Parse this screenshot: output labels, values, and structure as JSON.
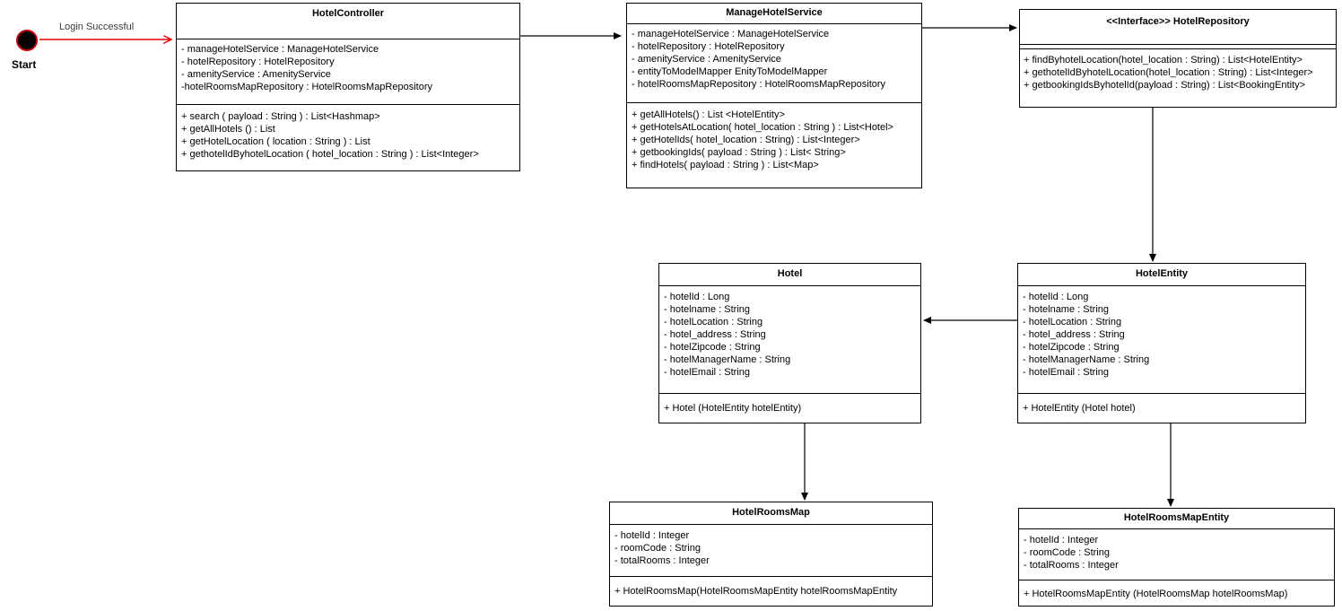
{
  "diagram_type": "uml-class-diagram",
  "colors": {
    "box_border": "#000000",
    "box_fill": "#ffffff",
    "edge_black": "#000000",
    "accent_red": "#e60000",
    "start_ring_red": "#cc0000",
    "transition_label_gray": "#3b3b3b"
  },
  "start": {
    "label": "Start",
    "transition_label": "Login Successful"
  },
  "classes": [
    {
      "title": "HotelController",
      "attributes": [
        "- manageHotelService : ManageHotelService",
        "- hotelRepository : HotelRepository",
        "- amenityService : AmenityService",
        "-hotelRoomsMapRepository : HotelRoomsMapRepository"
      ],
      "methods": [
        "+ search ( payload : String ) : List<Hashmap>",
        "+ getAllHotels () : List",
        "+ getHotelLocation ( location : String ) : List",
        "+ gethotelIdByhotelLocation ( hotel_location : String ) : List<Integer>"
      ]
    },
    {
      "title": "ManageHotelService",
      "attributes": [
        "- manageHotelService : ManageHotelService",
        "- hotelRepository : HotelRepository",
        "- amenityService : AmenityService",
        "- entityToModelMapper EnityToModelMapper",
        "- hotelRoomsMapRepository : HotelRoomsMapRepository"
      ],
      "methods": [
        "+ getAllHotels() : List <HotelEntity>",
        "+ getHotelsAtLocation( hotel_location : String ) : List<Hotel>",
        "+ getHotelIds( hotel_location : String) : List<Integer>",
        "+ getbookingIds( payload : String ) : List< String>",
        "+ findHotels( payload : String ) : List<Map>"
      ]
    },
    {
      "title": "<<Interface>> HotelRepository",
      "attributes": [],
      "methods": [
        "+ findByhotelLocation(hotel_location : String) : List<HotelEntity>",
        "+ gethotelIdByhotelLocation(hotel_location : String) : List<Integer>",
        "+ getbookingIdsByhotelId(payload : String) : List<BookingEntity>"
      ]
    },
    {
      "title": "Hotel",
      "attributes": [
        "- hotelId : Long",
        "- hotelname : String",
        "- hotelLocation : String",
        "- hotel_address : String",
        "- hotelZipcode : String",
        "- hotelManagerName : String",
        "- hotelEmail : String"
      ],
      "methods": [
        "+ Hotel (HotelEntity hotelEntity)"
      ]
    },
    {
      "title": "HotelEntity",
      "attributes": [
        "- hotelId : Long",
        "- hotelname : String",
        "- hotelLocation : String",
        "- hotel_address : String",
        "- hotelZipcode : String",
        "- hotelManagerName : String",
        "- hotelEmail : String"
      ],
      "methods": [
        "+ HotelEntity (Hotel hotel)"
      ]
    },
    {
      "title": "HotelRoomsMap",
      "attributes": [
        "- hotelId : Integer",
        "- roomCode : String",
        "- totalRooms : Integer"
      ],
      "methods": [
        "+ HotelRoomsMap(HotelRoomsMapEntity hotelRoomsMapEntity"
      ]
    },
    {
      "title": "HotelRoomsMapEntity",
      "attributes": [
        "- hotelId : Integer",
        "- roomCode : String",
        "- totalRooms : Integer"
      ],
      "methods": [
        "+ HotelRoomsMapEntity (HotelRoomsMap hotelRoomsMap)"
      ]
    }
  ]
}
